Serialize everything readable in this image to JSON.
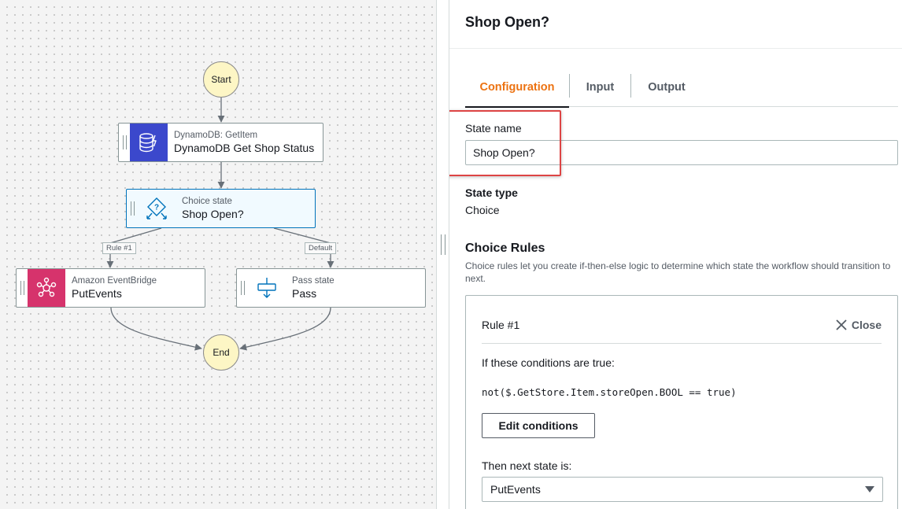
{
  "canvas": {
    "start_label": "Start",
    "end_label": "End",
    "nodes": [
      {
        "kind": "DynamoDB: GetItem",
        "name": "DynamoDB Get Shop Status",
        "icon": "dynamodb-icon",
        "color": "#3b48cc"
      },
      {
        "kind": "Choice state",
        "name": "Shop Open?",
        "icon": "choice-state-icon",
        "color": "#0073bb"
      },
      {
        "kind": "Amazon EventBridge",
        "name": "PutEvents",
        "icon": "eventbridge-icon",
        "color": "#d6336c"
      },
      {
        "kind": "Pass state",
        "name": "Pass",
        "icon": "pass-state-icon",
        "color": "#0073bb"
      }
    ],
    "edge_labels": {
      "rule": "Rule #1",
      "default": "Default"
    }
  },
  "panel": {
    "title": "Shop Open?",
    "tabs": [
      "Configuration",
      "Input",
      "Output"
    ],
    "active_tab": "Configuration",
    "state_name_label": "State name",
    "state_name_value": "Shop Open?",
    "state_type_label": "State type",
    "state_type_value": "Choice",
    "choice_rules_title": "Choice Rules",
    "choice_rules_desc": "Choice rules let you create if-then-else logic to determine which state the workflow should transition to next.",
    "rule": {
      "title": "Rule #1",
      "close_label": "Close",
      "conditions_label": "If these conditions are true:",
      "condition_expr": "not($.GetStore.Item.storeOpen.BOOL == true)",
      "edit_button": "Edit conditions",
      "next_state_label": "Then next state is:",
      "next_state_value": "PutEvents"
    }
  },
  "colors": {
    "accent": "#ec7211",
    "highlight": "#dd4444",
    "selected_border": "#0073bb"
  }
}
